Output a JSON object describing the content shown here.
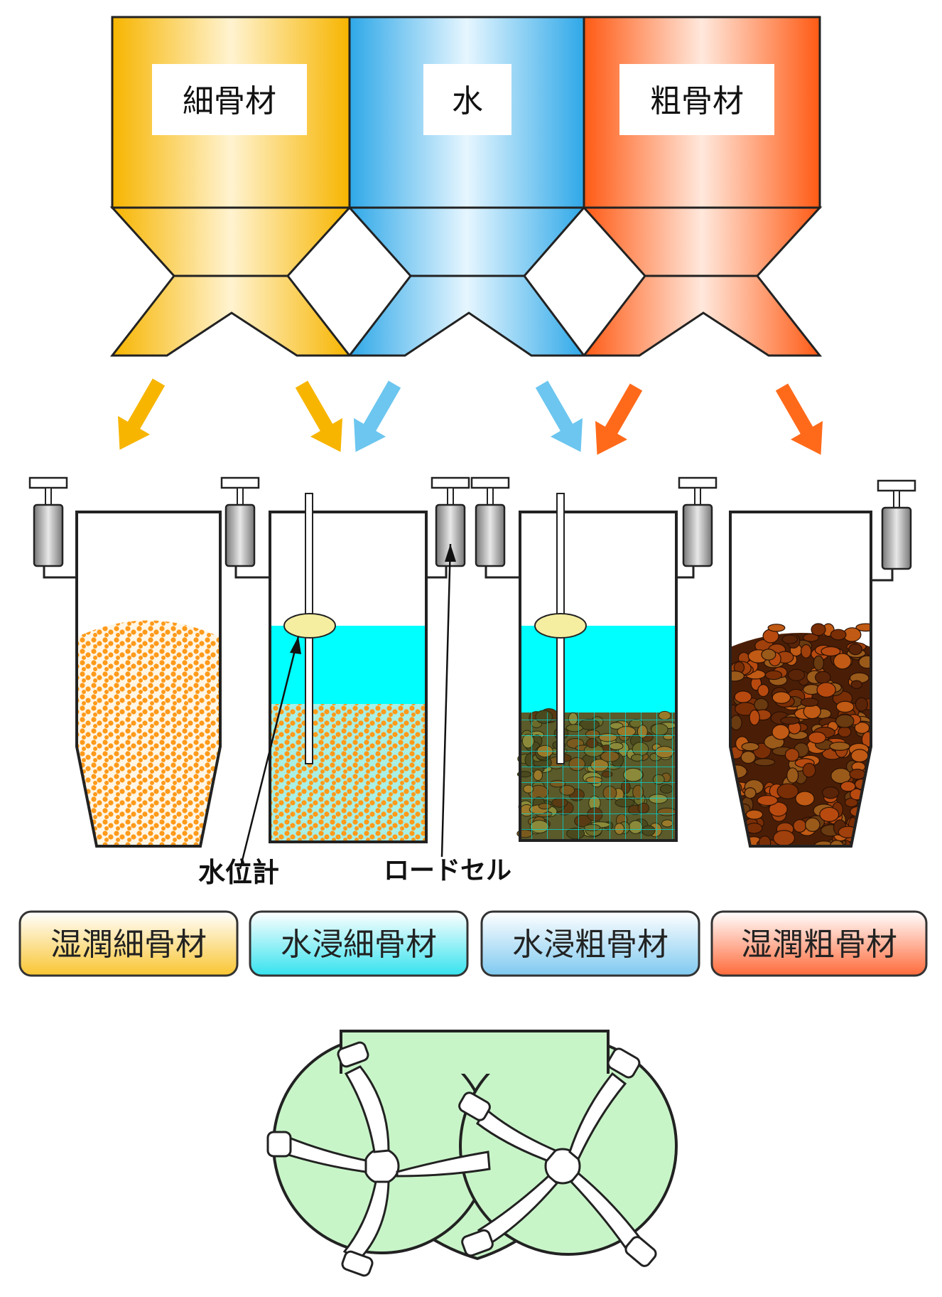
{
  "silos": [
    {
      "label": "細骨材",
      "color": "#f7b500"
    },
    {
      "label": "水",
      "color": "#2fa8e8"
    },
    {
      "label": "粗骨材",
      "color": "#ff5a14"
    }
  ],
  "callouts": {
    "water_level_meter": "水位計",
    "load_cell": "ロードセル"
  },
  "tanks": [
    {
      "label": "湿潤細骨材",
      "badge_color": "#f9c531"
    },
    {
      "label": "水浸細骨材",
      "badge_color": "#35e2ee"
    },
    {
      "label": "水浸粗骨材",
      "badge_color": "#7fc9f0"
    },
    {
      "label": "湿潤粗骨材",
      "badge_color": "#ff6a3a"
    }
  ],
  "colors": {
    "fine_aggregate_dot": "#ff9a1a",
    "water": "#00ffff",
    "coarse_dark": "#5a2a08",
    "mixer_fill": "#c8f5c8"
  },
  "mixer": {
    "icon": "twin-shaft-mixer-icon"
  }
}
